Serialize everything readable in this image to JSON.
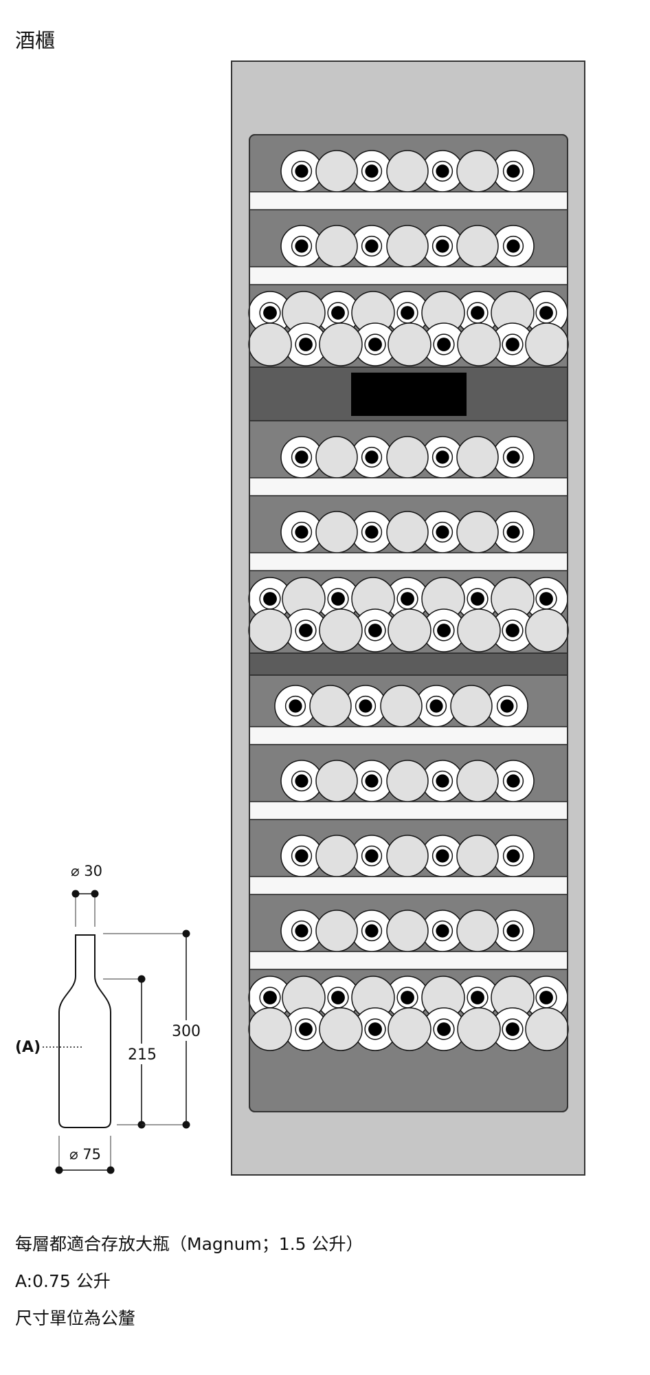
{
  "title": "酒櫃",
  "bottle": {
    "neck_diameter": "⌀ 30",
    "base_diameter": "⌀ 75",
    "shoulder_height": "215",
    "total_height": "300",
    "label": "(A)"
  },
  "notes": [
    "每層都適合存放大瓶（Magnum；1.5 公升）",
    "A:0.75 公升",
    "尺寸單位為公釐"
  ],
  "colors": {
    "cabinet_frame": "#c6c6c6",
    "cabinet_border": "#333333",
    "compartment": "#7f7f7f",
    "shelf": "#f7f7f7",
    "divider": "#5c5c5c",
    "display": "#000000",
    "bottle_side": "#e0e0e0",
    "bottle_front": "#ffffff"
  },
  "shelves": [
    {
      "type": "single"
    },
    {
      "type": "single"
    },
    {
      "type": "double"
    },
    {
      "type": "display"
    },
    {
      "type": "single"
    },
    {
      "type": "single"
    },
    {
      "type": "double"
    },
    {
      "type": "offset"
    },
    {
      "type": "single"
    },
    {
      "type": "single"
    },
    {
      "type": "single"
    },
    {
      "type": "double"
    }
  ]
}
